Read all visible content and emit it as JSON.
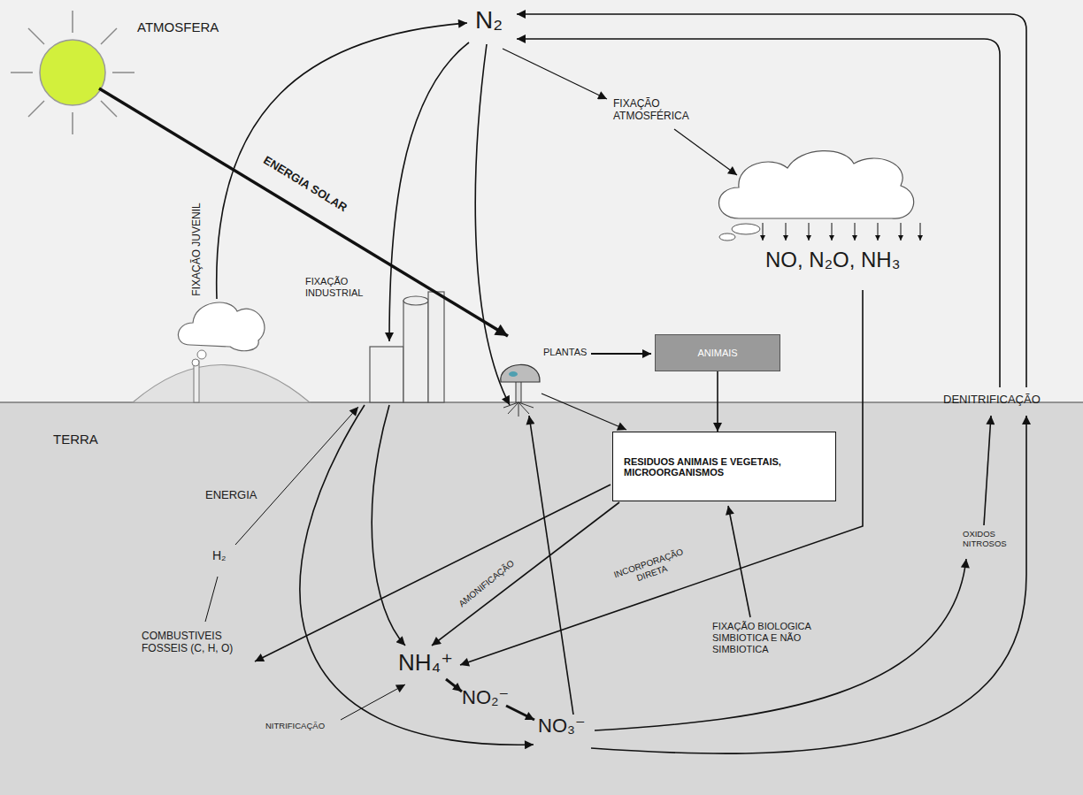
{
  "diagram": {
    "nodes": [
      {
        "text": [
          "ANIMAIS"
        ]
      },
      {
        "text": [
          "RESIDUOS ANIMAIS E VEGETAIS, MICROORGANISMOS"
        ]
      }
    ],
    "edges": [
      {
        "from": 0,
        "to": 1,
        "arrow": "to"
      }
    ],
    "labels": [
      "ATMOSFERA",
      "N₂",
      "FIXAÇÃO ATMOSFÉRICA",
      "ENERGIA SOLAR",
      "FIXAÇÃO JUVENIL",
      "FIXAÇÃO INDUSTRIAL",
      "PLANTAS",
      "NO, N₂O, NH₃",
      "TERRA",
      "ENERGIA",
      "H₂",
      "COMBUSTIVEIS FOSSEIS (C, H, O)",
      "AMONIFICAÇÃO",
      "INCORPORAÇÃO DIRETA",
      "FIXAÇÃO BIOLOGICA SIMBIOTICA E NÃO SIMBIOTICA",
      "DENITRIFICAÇÃO",
      "OXIDOS NITROSOS",
      "NH₄⁺",
      "NO₂⁻",
      "NO₃⁻",
      "NITRIFICAÇÃO"
    ]
  }
}
